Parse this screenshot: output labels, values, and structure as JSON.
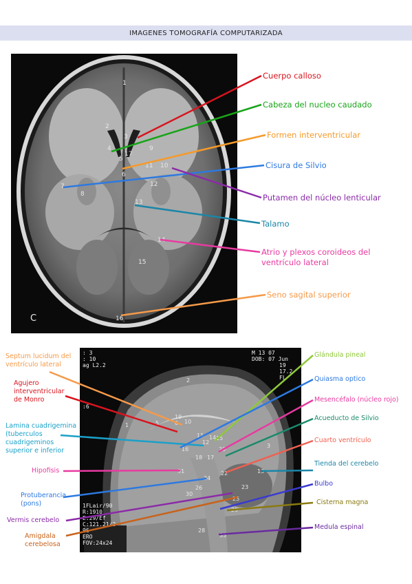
{
  "header": {
    "title": "IMAGENES TOMOGRAFÍA COMPUTARIZADA"
  },
  "axial": {
    "corner_letter": "C",
    "numbers": [
      "1",
      "2",
      "3",
      "4",
      "17",
      "9",
      "5",
      "6",
      "11",
      "10",
      "7",
      "8",
      "12",
      "13",
      "14",
      "15",
      "16"
    ],
    "labels": [
      {
        "id": "cuerpo-calloso",
        "text": "Cuerpo calloso",
        "color": "#d9141e"
      },
      {
        "id": "cabeza-nucleo-caudado",
        "text": "Cabeza del nucleo caudado",
        "color": "#18a418"
      },
      {
        "id": "formen-interventricular",
        "text": "Formen interventricular",
        "color": "#f59a2a"
      },
      {
        "id": "cisura-silvio",
        "text": "Cisura de Silvio",
        "color": "#2d79e0"
      },
      {
        "id": "putamen",
        "text": "Putamen del núcleo lenticular",
        "color": "#8b2aa8"
      },
      {
        "id": "talamo",
        "text": "Talamo",
        "color": "#1a86a8"
      },
      {
        "id": "atrio-line1",
        "text": "Atrio y plexos coroideos del",
        "color": "#e83aa0"
      },
      {
        "id": "atrio-line2",
        "text": "ventrículo lateral",
        "color": "#e83aa0"
      },
      {
        "id": "seno-sagital",
        "text": "Seno sagital superior",
        "color": "#f59a4a"
      }
    ]
  },
  "sagittal": {
    "overlay": {
      "top_left": [
        ": 3",
        ": 10",
        "ag  L2.2"
      ],
      "mid_left": ":6",
      "bottom_left": [
        "1FLair/90",
        "R:1910",
        "E:29/Ef",
        "C:121.21/2",
        "96",
        "ERO",
        "FOV:24x24"
      ],
      "top_right": [
        "M 13  07",
        "DOB: 07 Jun",
        "19",
        "17.2",
        "FL"
      ]
    },
    "numbers": [
      "2",
      "1",
      "5",
      "6",
      "19",
      "10",
      "11",
      "12",
      "14",
      "15",
      "16",
      "18",
      "17",
      "20",
      "3",
      "13",
      "31",
      "22",
      "24",
      "26",
      "30",
      "23",
      "25",
      "29",
      "28",
      "33"
    ],
    "labels_left": [
      {
        "id": "septum",
        "lines": [
          "Septum lucidum del",
          "ventrículo lateral"
        ],
        "color": "#f59a4a"
      },
      {
        "id": "agujero",
        "lines": [
          "Agujero",
          "interventricular",
          "de Monro"
        ],
        "color": "#d9141e"
      },
      {
        "id": "lamina",
        "lines": [
          "Lamina cuadrigemina",
          "(tuberculos",
          "cuadrigeminos",
          "superior e inferior"
        ],
        "color": "#1aa0c8"
      },
      {
        "id": "hipofisis",
        "lines": [
          "Hipofisis"
        ],
        "color": "#e83aa0"
      },
      {
        "id": "protuberancia",
        "lines": [
          "Protuberancia",
          "(pons)"
        ],
        "color": "#2d79e0"
      },
      {
        "id": "vermis",
        "lines": [
          "Vermis cerebelo"
        ],
        "color": "#8b2aa8"
      },
      {
        "id": "amigdala",
        "lines": [
          "Amigdala",
          "cerebelosa"
        ],
        "color": "#c8621a"
      }
    ],
    "labels_right": [
      {
        "id": "pineal",
        "text": "Glándula pineal",
        "color": "#8fc83a"
      },
      {
        "id": "quiasma",
        "text": "Quiasma optico",
        "color": "#2d79e0"
      },
      {
        "id": "mesencefalo",
        "text": "Mesencéfalo (núcleo rojo)",
        "color": "#e83aa0"
      },
      {
        "id": "acueducto",
        "text": "Acueducto de Silvio",
        "color": "#1a8a6a"
      },
      {
        "id": "cuarto",
        "text": "Cuarto ventrículo",
        "color": "#f06050"
      },
      {
        "id": "tienda",
        "text": "Tienda del cerebelo",
        "color": "#1a86a8"
      },
      {
        "id": "bulbo",
        "text": "Bulbo",
        "color": "#3a3ad0"
      },
      {
        "id": "cisterna",
        "text": "Cisterna magna",
        "color": "#8a7a10"
      },
      {
        "id": "medula",
        "text": "Medula espinal",
        "color": "#6a2aa0"
      }
    ]
  }
}
